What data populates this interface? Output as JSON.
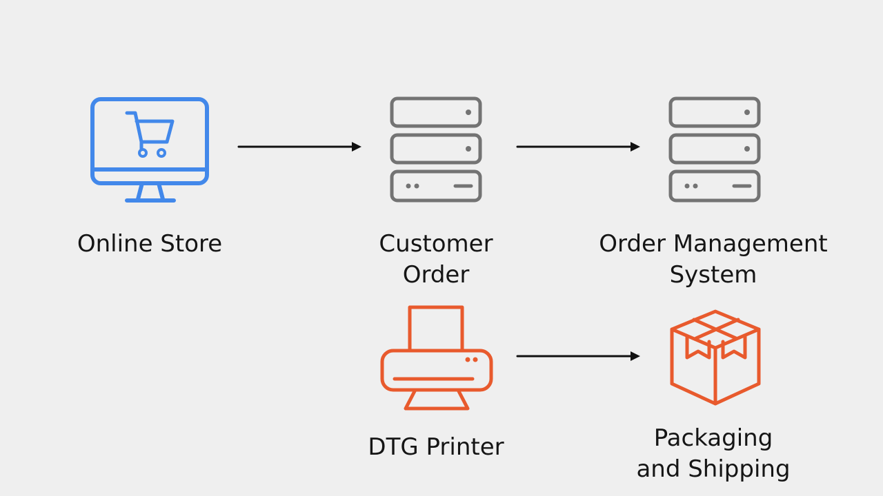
{
  "diagram": {
    "colors": {
      "background": "#efefef",
      "online_store": "#4288ea",
      "server": "#737373",
      "printing": "#e85a2d",
      "connector": "#111111",
      "label": "#151515"
    },
    "nodes": {
      "online_store": {
        "label_lines": [
          "Online Store"
        ],
        "icon": "monitor-shopping-cart-icon"
      },
      "customer_order": {
        "label_lines": [
          "Customer",
          "Order"
        ],
        "icon": "server-icon"
      },
      "order_management": {
        "label_lines": [
          "Order Management",
          "System"
        ],
        "icon": "server-icon"
      },
      "dtg_printer": {
        "label_lines": [
          "DTG Printer"
        ],
        "icon": "printer-icon"
      },
      "packaging_shipping": {
        "label_lines": [
          "Packaging",
          "and Shipping"
        ],
        "icon": "package-box-icon"
      }
    }
  }
}
